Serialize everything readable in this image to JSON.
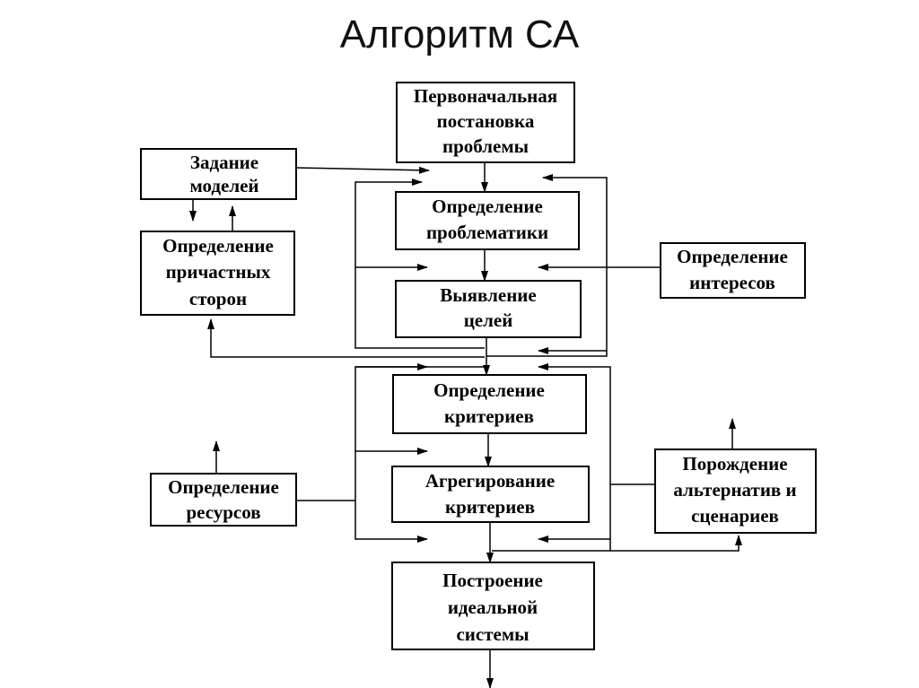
{
  "title": "Алгоритм СА",
  "nodes": {
    "initial": [
      "Первоначальная",
      "постановка",
      "проблемы"
    ],
    "models": [
      "Задание",
      "моделей"
    ],
    "problematics": [
      "Определение",
      "проблематики"
    ],
    "stakeholders": [
      "Определение",
      "причастных",
      "сторон"
    ],
    "interests": [
      "Определение",
      "интересов"
    ],
    "goals": [
      "Выявление",
      "целей"
    ],
    "criteria": [
      "Определение",
      "критериев"
    ],
    "aggregation": [
      "Агрегирование",
      "критериев"
    ],
    "resources": [
      "Определение",
      "ресурсов"
    ],
    "alternatives": [
      "Порождение",
      "альтернатив и",
      "сценариев"
    ],
    "ideal": [
      "Построение",
      "идеальной",
      "системы"
    ]
  }
}
